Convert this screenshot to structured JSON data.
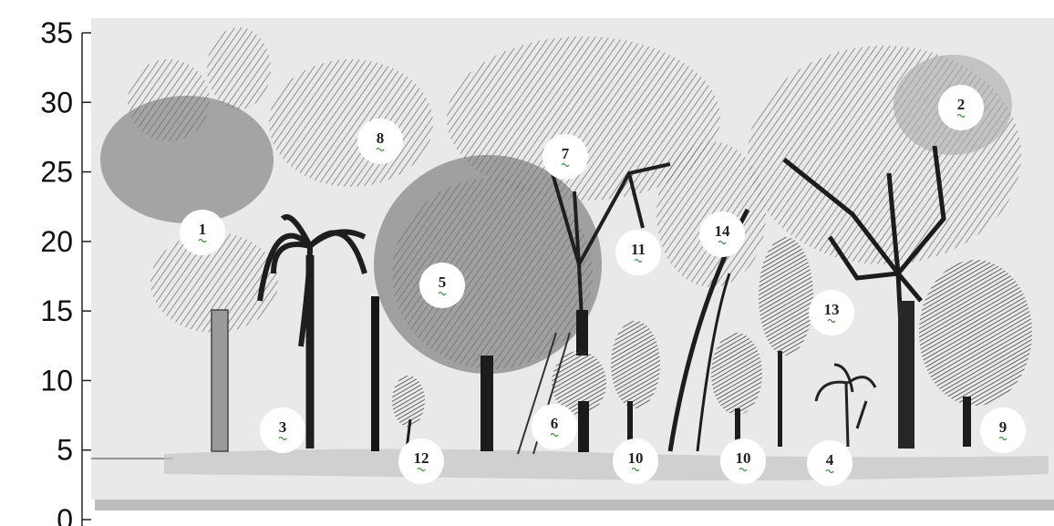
{
  "colors": {
    "background": "#ffffff",
    "paper": "#e9e9e9",
    "paper_shadow": "#bdbdbd",
    "axis": "#222222",
    "canopy_light": "#a9a9a9",
    "canopy_mid": "#8a8a8a",
    "canopy_dark": "#5f5f5f",
    "trunk": "#2b2b2b",
    "marker_fill": "#ffffff",
    "marker_squiggle": "#3a8a3a"
  },
  "icons": {
    "tree": "tree-drawing-icon",
    "palm": "palm-tree-icon",
    "marker": "numbered-circle-marker"
  },
  "chart_data": {
    "type": "diagram",
    "title": "",
    "xlabel": "",
    "ylabel": "",
    "ylim": [
      0,
      35
    ],
    "y_ticks": [
      "0",
      "5",
      "10",
      "15",
      "20",
      "25",
      "30",
      "35"
    ],
    "labels": [
      {
        "id": "marker-1",
        "text": "1"
      },
      {
        "id": "marker-2",
        "text": "2"
      },
      {
        "id": "marker-3",
        "text": "3"
      },
      {
        "id": "marker-4",
        "text": "4"
      },
      {
        "id": "marker-5",
        "text": "5"
      },
      {
        "id": "marker-6",
        "text": "6"
      },
      {
        "id": "marker-7",
        "text": "7"
      },
      {
        "id": "marker-8",
        "text": "8"
      },
      {
        "id": "marker-9",
        "text": "9"
      },
      {
        "id": "marker-10a",
        "text": "10"
      },
      {
        "id": "marker-10b",
        "text": "10"
      },
      {
        "id": "marker-11",
        "text": "11"
      },
      {
        "id": "marker-12",
        "text": "12"
      },
      {
        "id": "marker-13",
        "text": "13"
      },
      {
        "id": "marker-14",
        "text": "14"
      }
    ]
  }
}
